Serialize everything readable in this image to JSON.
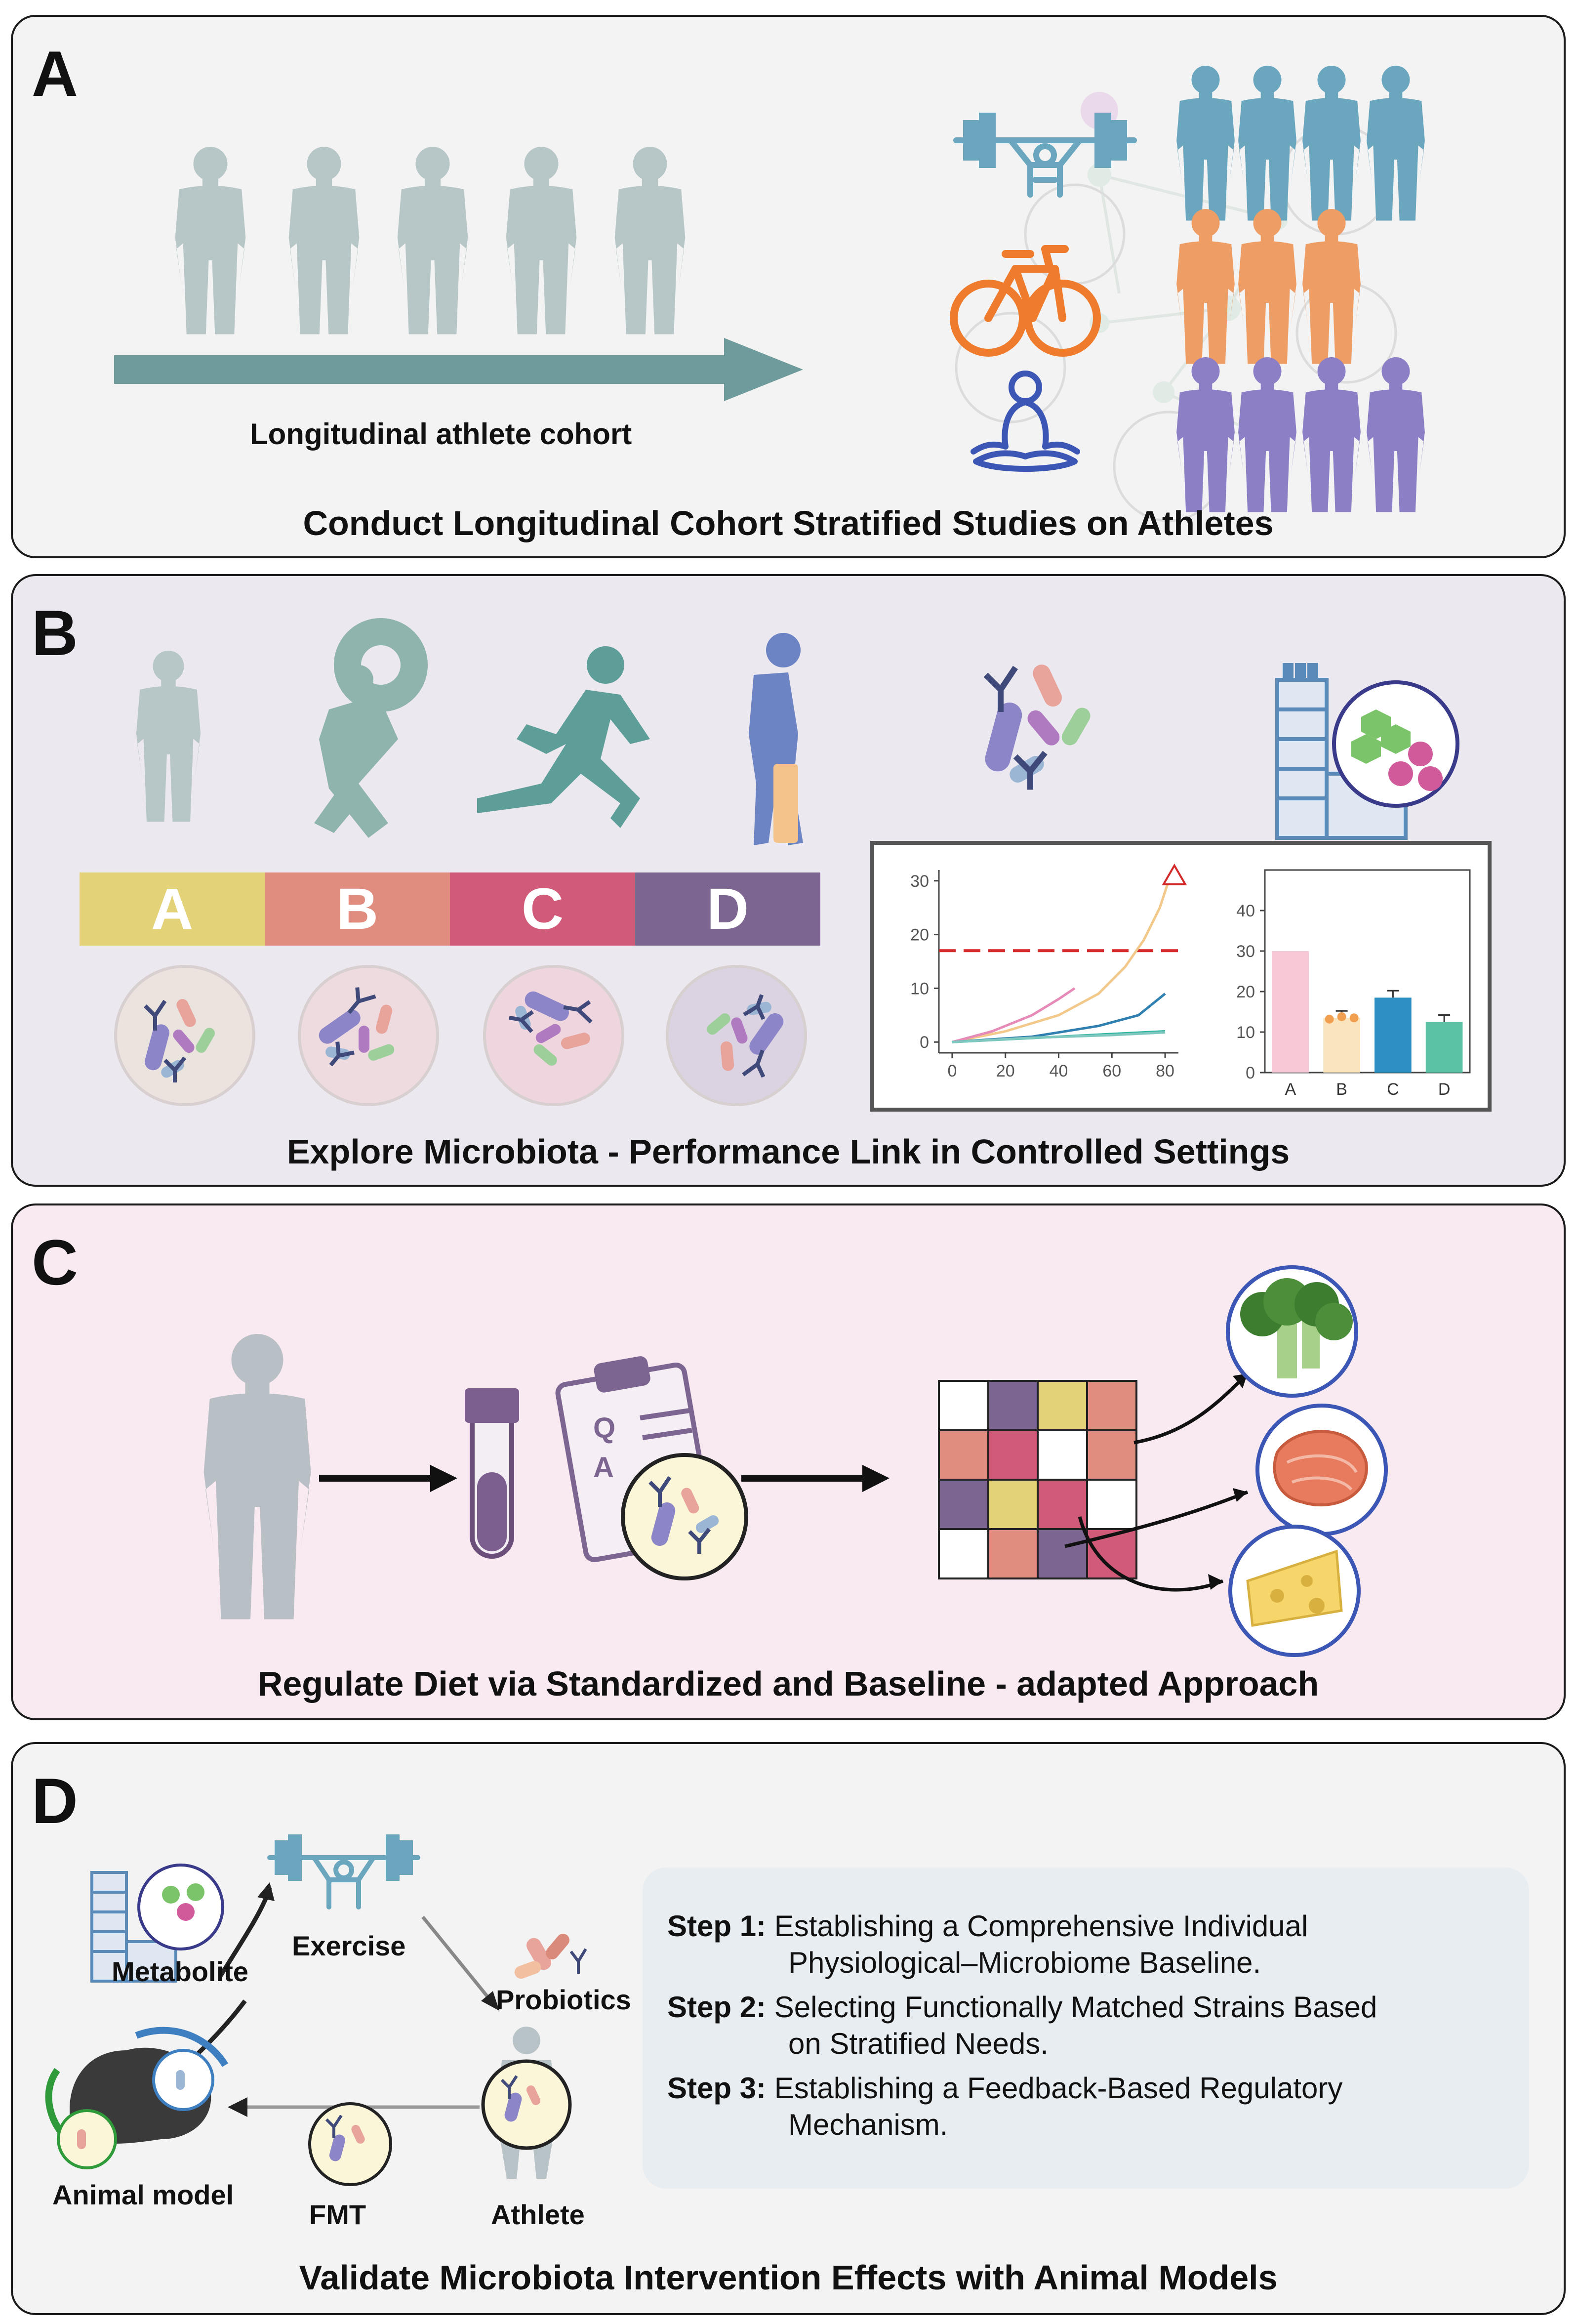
{
  "panel_a": {
    "letter": "A",
    "cohort_label": "Longitudinal athlete cohort",
    "caption": "Conduct Longitudinal Cohort Stratified Studies on Athletes",
    "colors": {
      "grey": "#b7c6c6",
      "teal": "#6aa7bf",
      "orange": "#ee9e64",
      "purple": "#8c7fc6",
      "arrow": "#6e9b9b"
    }
  },
  "panel_b": {
    "letter": "B",
    "categories": [
      "A",
      "B",
      "C",
      "D"
    ],
    "category_colors": [
      "#e4d279",
      "#e08d80",
      "#d05a78",
      "#7d6591"
    ],
    "caption": "Explore Microbiota - Performance Link in Controlled Settings"
  },
  "chart_data": [
    {
      "type": "line",
      "x_ticks": [
        "0",
        "20",
        "40",
        "60",
        "80"
      ],
      "y_ticks": [
        "0",
        "10",
        "20",
        "30"
      ],
      "xlim": [
        -5,
        85
      ],
      "ylim": [
        -2,
        32
      ],
      "threshold": 17,
      "series": [
        {
          "color": "#f2c98a",
          "x": [
            0,
            20,
            40,
            55,
            65,
            72,
            78,
            82
          ],
          "y": [
            0,
            2,
            5,
            9,
            14,
            19,
            25,
            31
          ]
        },
        {
          "color": "#e68ab8",
          "x": [
            0,
            15,
            30,
            40,
            46
          ],
          "y": [
            0,
            2,
            5,
            8,
            10
          ]
        },
        {
          "color": "#2f7fb0",
          "x": [
            0,
            30,
            55,
            70,
            80
          ],
          "y": [
            0,
            1,
            3,
            5,
            9
          ]
        },
        {
          "color": "#2fb5a0",
          "x": [
            0,
            20,
            40,
            60,
            80
          ],
          "y": [
            0,
            0.5,
            1,
            1.5,
            2
          ]
        },
        {
          "color": "#7fc8c0",
          "x": [
            0,
            30,
            60,
            80
          ],
          "y": [
            0,
            0.8,
            1.3,
            1.8
          ]
        }
      ]
    },
    {
      "type": "bar",
      "categories": [
        "A",
        "B",
        "C",
        "D"
      ],
      "values": [
        30,
        13.5,
        18.5,
        12.5
      ],
      "colors": [
        "#f7c9d6",
        "#f9e4bd",
        "#2e8fc5",
        "#5cc2a5"
      ],
      "y_ticks": [
        "0",
        "10",
        "20",
        "30",
        "40"
      ],
      "ylim": [
        0,
        50
      ]
    }
  ],
  "panel_c": {
    "letter": "C",
    "caption": "Regulate Diet via Standardized and Baseline - adapted Approach",
    "qa_label_q": "Q",
    "qa_label_a": "A",
    "heatmap": [
      [
        "#ffffff",
        "#7d6591",
        "#e4d279",
        "#e08d80"
      ],
      [
        "#e08d80",
        "#d05a78",
        "#ffffff",
        "#e08d80"
      ],
      [
        "#7d6591",
        "#e4d279",
        "#d05a78",
        "#ffffff"
      ],
      [
        "#ffffff",
        "#e08d80",
        "#7d6591",
        "#d05a78"
      ]
    ]
  },
  "panel_d": {
    "letter": "D",
    "labels": {
      "metabolite": "Metabolite",
      "exercise": "Exercise",
      "probiotics": "Probiotics",
      "animal_model": "Animal model",
      "fmt": "FMT",
      "athlete": "Athlete"
    },
    "steps": [
      {
        "label": "Step 1:",
        "line1": "Establishing a Comprehensive Individual",
        "line2": "Physiological–Microbiome Baseline."
      },
      {
        "label": "Step 2:",
        "line1": "Selecting Functionally Matched Strains Based",
        "line2": "on Stratified Needs."
      },
      {
        "label": "Step 3:",
        "line1": "Establishing a Feedback-Based Regulatory",
        "line2": "Mechanism."
      }
    ],
    "caption": "Validate Microbiota Intervention Effects with Animal Models"
  }
}
